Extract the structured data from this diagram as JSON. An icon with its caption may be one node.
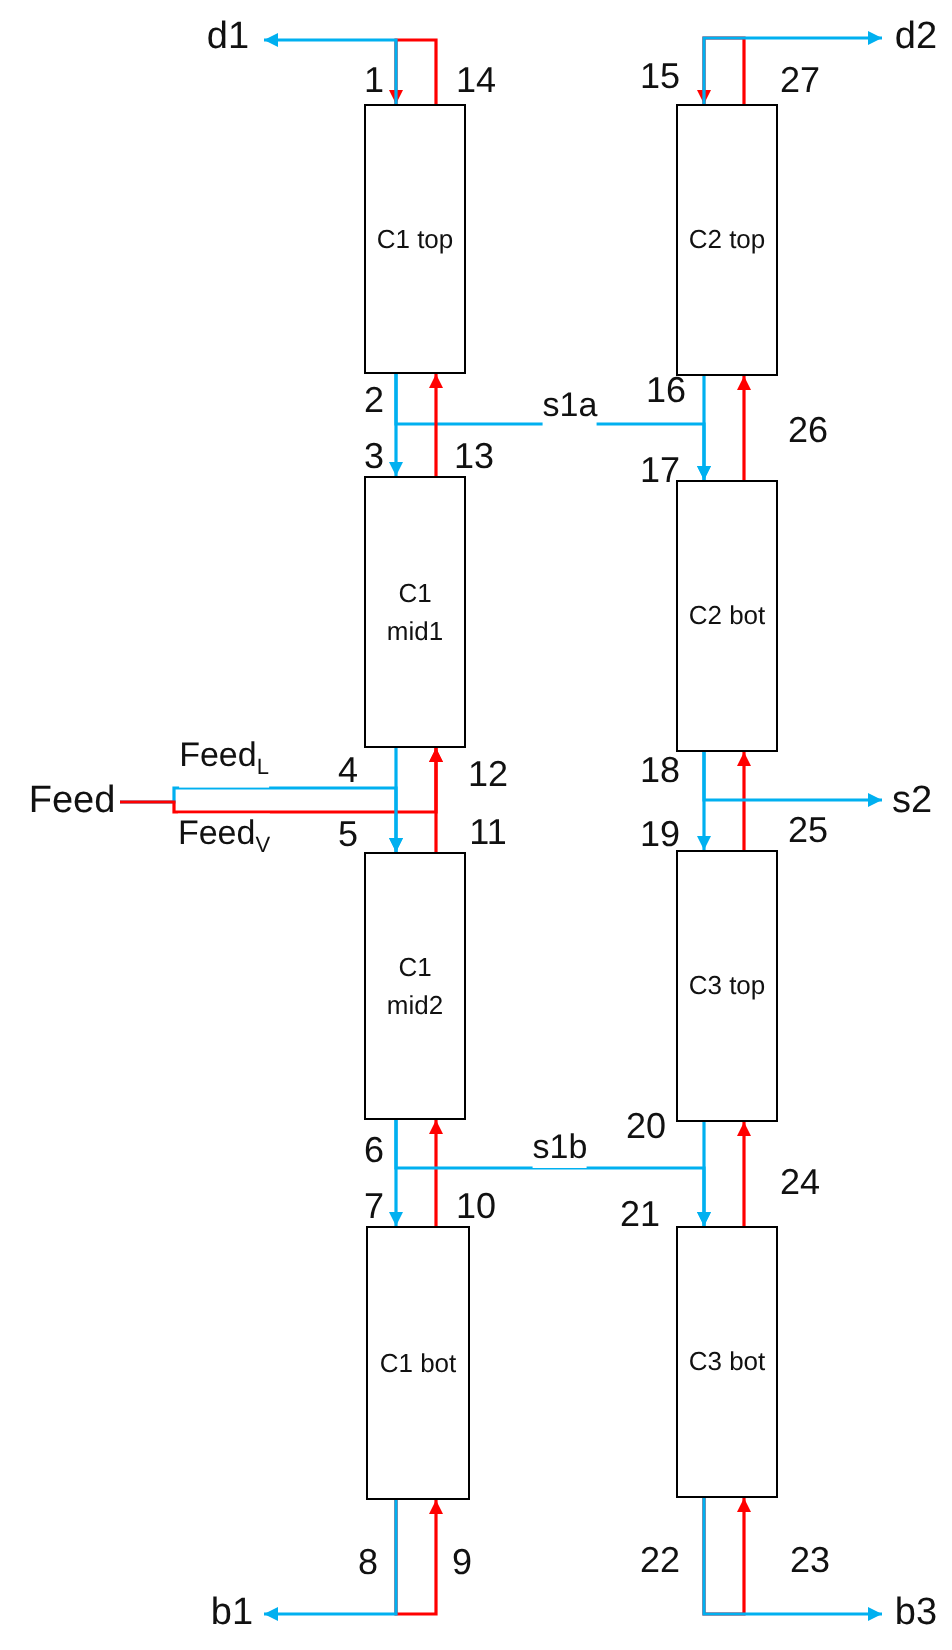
{
  "diagram": {
    "nodes": [
      {
        "text": [
          "C1 top"
        ]
      },
      {
        "text": [
          "C1 mid1"
        ]
      },
      {
        "text": [
          "C1 mid2"
        ]
      },
      {
        "text": [
          "C1 bot"
        ]
      },
      {
        "text": [
          "C2 top"
        ]
      },
      {
        "text": [
          "C2 bot"
        ]
      },
      {
        "text": [
          "C3 top"
        ]
      },
      {
        "text": [
          "C3 bot"
        ]
      },
      {
        "text": [
          "d1"
        ]
      },
      {
        "text": [
          "d2"
        ]
      },
      {
        "text": [
          "Feed"
        ]
      },
      {
        "text": [
          "s2"
        ]
      },
      {
        "text": [
          "b1"
        ]
      },
      {
        "text": [
          "b3"
        ]
      }
    ],
    "edges": [
      {
        "from": 0,
        "to": 0,
        "arrow": "to",
        "color": "#ff0000"
      },
      {
        "from": 0,
        "to": 8,
        "arrow": "to"
      },
      {
        "from": 0,
        "to": 1,
        "arrow": "to"
      },
      {
        "from": 0,
        "to": 5,
        "arrow": "to",
        "label": "s1a"
      },
      {
        "from": 1,
        "to": 0,
        "arrow": "to",
        "color": "#ff0000"
      },
      {
        "from": 4,
        "to": 4,
        "arrow": "to",
        "color": "#ff0000"
      },
      {
        "from": 4,
        "to": 9,
        "arrow": "to"
      },
      {
        "from": 4,
        "to": 5,
        "arrow": "to"
      },
      {
        "from": 5,
        "to": 4,
        "arrow": "to",
        "color": "#ff0000"
      },
      {
        "from": 10,
        "to": 2,
        "arrow": "to",
        "label": "Feed$_{L}$"
      },
      {
        "from": 10,
        "to": 1,
        "arrow": "to",
        "label": "Feed$_{V}$",
        "color": "#ff0000"
      },
      {
        "from": 1,
        "to": 2,
        "arrow": "to"
      },
      {
        "from": 2,
        "to": 1,
        "arrow": "to",
        "color": "#ff0000"
      },
      {
        "from": 5,
        "to": 6,
        "arrow": "to"
      },
      {
        "from": 6,
        "to": 5,
        "arrow": "to",
        "color": "#ff0000"
      },
      {
        "from": 5,
        "to": 11,
        "arrow": "to"
      },
      {
        "from": 2,
        "to": 3,
        "arrow": "to"
      },
      {
        "from": 3,
        "to": 2,
        "arrow": "to",
        "color": "#ff0000"
      },
      {
        "from": 2,
        "to": 7,
        "arrow": "to",
        "label": "s1b"
      },
      {
        "from": 6,
        "to": 7,
        "arrow": "to"
      },
      {
        "from": 7,
        "to": 6,
        "arrow": "to",
        "color": "#ff0000"
      },
      {
        "from": 3,
        "to": 3,
        "arrow": "to",
        "color": "#ff0000"
      },
      {
        "from": 3,
        "to": 12,
        "arrow": "to"
      },
      {
        "from": 7,
        "to": 7,
        "arrow": "to",
        "color": "#ff0000"
      },
      {
        "from": 7,
        "to": 13,
        "arrow": "to"
      }
    ],
    "labels": [
      "1",
      "14",
      "15",
      "27",
      "2",
      "16",
      "26",
      "3",
      "13",
      "17",
      "4",
      "12",
      "18",
      "5",
      "11",
      "19",
      "25",
      "6",
      "20",
      "24",
      "7",
      "10",
      "21",
      "8",
      "9",
      "22",
      "23"
    ]
  }
}
